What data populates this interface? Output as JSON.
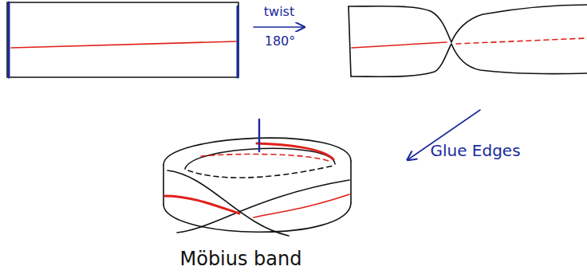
{
  "diagram": {
    "labels": [
      "twist",
      "180°",
      "Glue Edges",
      "Möbius band"
    ]
  }
}
